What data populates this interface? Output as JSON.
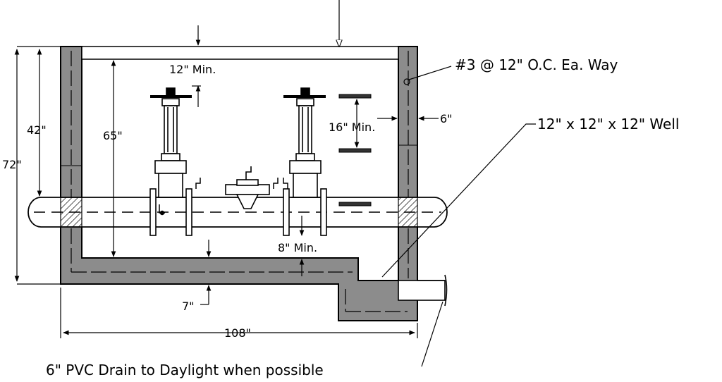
{
  "labels": {
    "rebar": "#3 @ 12\" O.C. Ea. Way",
    "well": "12\" x 12\" x 12\" Well",
    "drain": "6\" PVC Drain to Daylight when possible",
    "wall_thickness": "6\"",
    "floor_thickness": "7\"",
    "width": "108\"",
    "total_height": "72\"",
    "pipe_height": "42\"",
    "interior_height": "65\"",
    "min_12": "12\" Min.",
    "min_16": "16\" Min.",
    "min_8": "8\" Min."
  },
  "colors": {
    "concrete": "#8c8c8c",
    "line": "#000000",
    "background": "#ffffff"
  }
}
